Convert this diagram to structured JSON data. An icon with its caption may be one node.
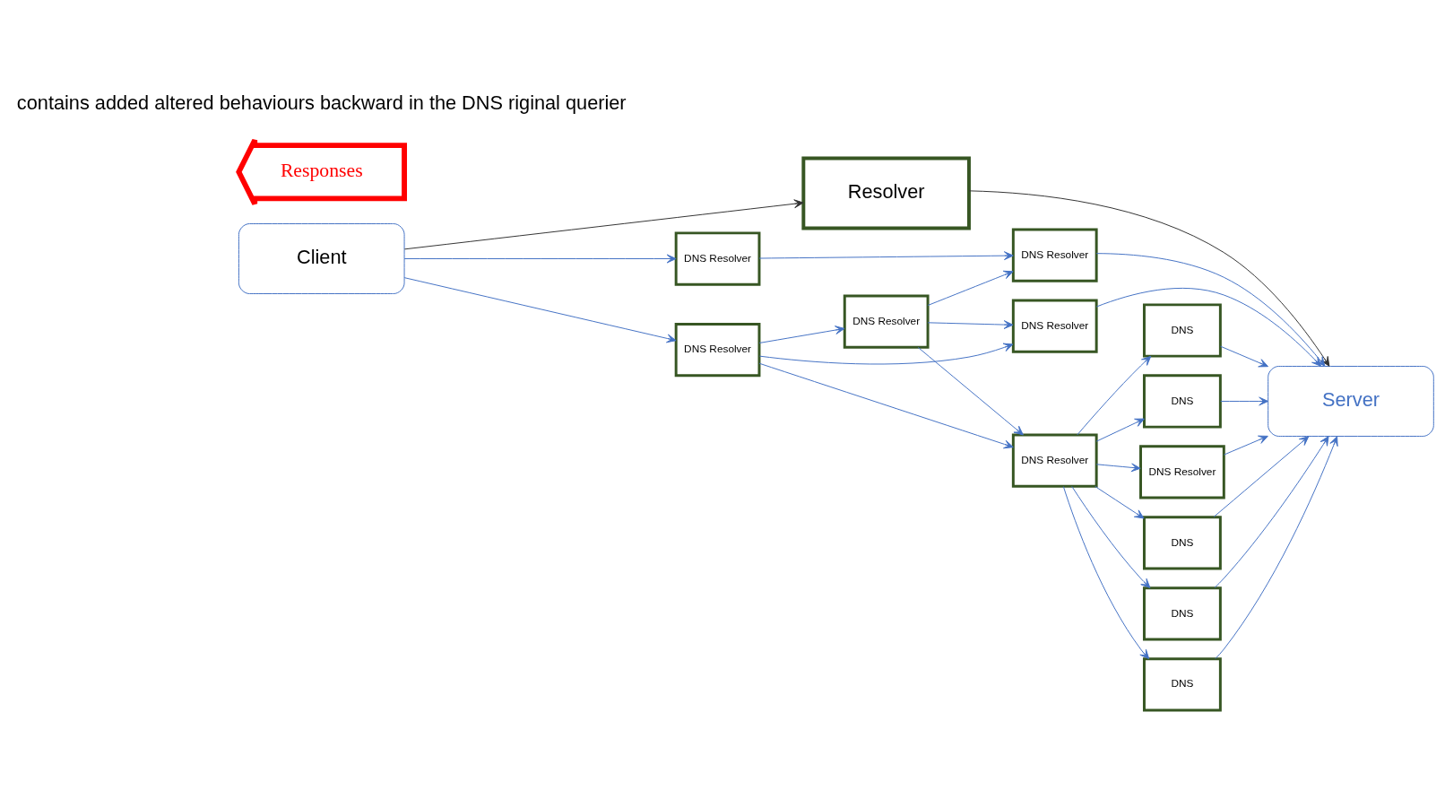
{
  "diagram": {
    "nodes": [
      {
        "text": [
          "Client"
        ]
      },
      {
        "text": [
          "Resolver"
        ]
      },
      {
        "text": [
          "Server"
        ]
      },
      {
        "text": [
          "DNS Resolver"
        ]
      },
      {
        "text": [
          "DNS Resolver"
        ]
      },
      {
        "text": [
          "DNS Resolver"
        ]
      },
      {
        "text": [
          "DNS Resolver"
        ]
      },
      {
        "text": [
          "DNS Resolver"
        ]
      },
      {
        "text": [
          "DNS Resolver"
        ]
      },
      {
        "text": [
          "DNS"
        ]
      },
      {
        "text": [
          "DNS"
        ]
      },
      {
        "text": [
          "DNS"
        ]
      },
      {
        "text": [
          "DNS"
        ]
      },
      {
        "text": [
          "DNS"
        ]
      },
      {
        "text": [
          "DNS Resolver"
        ]
      },
      {
        "text": [
          "Responses"
        ]
      }
    ],
    "edges": [
      {
        "from": 0,
        "to": 1,
        "arrow": "to",
        "color": "#333333"
      },
      {
        "from": 1,
        "to": 2,
        "arrow": "to",
        "color": "#333333"
      },
      {
        "from": 0,
        "to": 3,
        "arrow": "to"
      },
      {
        "from": 0,
        "to": 7,
        "arrow": "to"
      },
      {
        "from": 3,
        "to": 4,
        "arrow": "to"
      },
      {
        "from": 5,
        "to": 4,
        "arrow": "to"
      },
      {
        "from": 5,
        "to": 6,
        "arrow": "to"
      },
      {
        "from": 5,
        "to": 8,
        "arrow": "to"
      },
      {
        "from": 7,
        "to": 5,
        "arrow": "to"
      },
      {
        "from": 7,
        "to": 6,
        "arrow": "to"
      },
      {
        "from": 7,
        "to": 8,
        "arrow": "to"
      },
      {
        "from": 4,
        "to": 2,
        "arrow": "to"
      },
      {
        "from": 6,
        "to": 2,
        "arrow": "to"
      },
      {
        "from": 8,
        "to": 9,
        "arrow": "to"
      },
      {
        "from": 8,
        "to": 10,
        "arrow": "to"
      },
      {
        "from": 8,
        "to": 11,
        "arrow": "to"
      },
      {
        "from": 8,
        "to": 12,
        "arrow": "to"
      },
      {
        "from": 8,
        "to": 13,
        "arrow": "to"
      },
      {
        "from": 8,
        "to": 14,
        "arrow": "to"
      },
      {
        "from": 9,
        "to": 2,
        "arrow": "to"
      },
      {
        "from": 10,
        "to": 2,
        "arrow": "to"
      },
      {
        "from": 11,
        "to": 2,
        "arrow": "to"
      },
      {
        "from": 12,
        "to": 2,
        "arrow": "to"
      },
      {
        "from": 13,
        "to": 2,
        "arrow": "to"
      },
      {
        "from": 14,
        "to": 2,
        "arrow": "to"
      }
    ],
    "labels": [
      "contains added altered behaviours backward in the DNS riginal querier"
    ]
  }
}
